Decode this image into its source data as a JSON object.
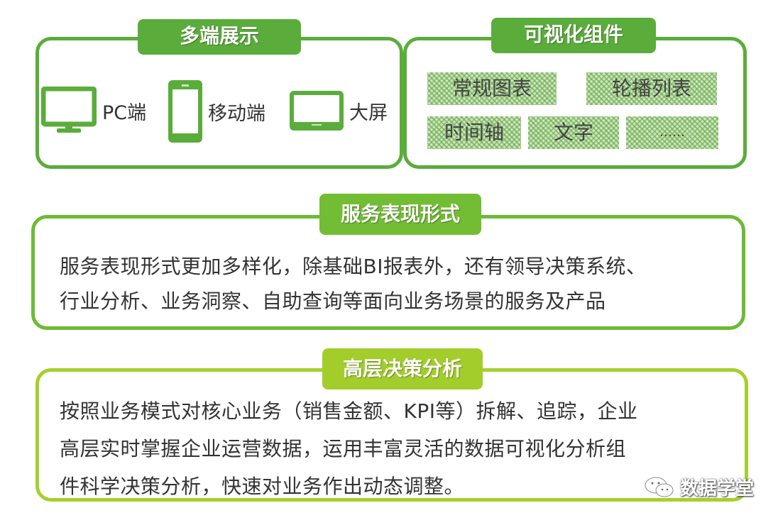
{
  "sections": {
    "multi_display": {
      "title": "多端展示",
      "devices": [
        {
          "icon": "monitor-icon",
          "label": "PC端"
        },
        {
          "icon": "phone-icon",
          "label": "移动端"
        },
        {
          "icon": "tablet-icon",
          "label": "大屏"
        }
      ]
    },
    "visual_components": {
      "title": "可视化组件",
      "items": [
        "常规图表",
        "轮播列表",
        "时间轴",
        "文字",
        "……"
      ]
    },
    "service_forms": {
      "title": "服务表现形式",
      "text_lines": [
        "服务表现形式更加多样化，除基础BI报表外，还有领导决策系统、",
        "行业分析、业务洞察、自助查询等面向业务场景的服务及产品"
      ]
    },
    "executive_analysis": {
      "title": "高层决策分析",
      "text_lines": [
        "按照业务模式对核心业务（销售金额、KPI等）拆解、追踪，企业",
        "高层实时掌握企业运营数据，运用丰富灵活的数据可视化分析组",
        "件科学决策分析，快速对业务作出动态调整。"
      ]
    }
  },
  "watermark": {
    "icon": "wechat-icon",
    "text": "数据学堂"
  },
  "colors": {
    "green_dark": "#5aad3a",
    "green_mid": "#72bd33",
    "green_light": "#a3cd2b",
    "text": "#333333"
  }
}
